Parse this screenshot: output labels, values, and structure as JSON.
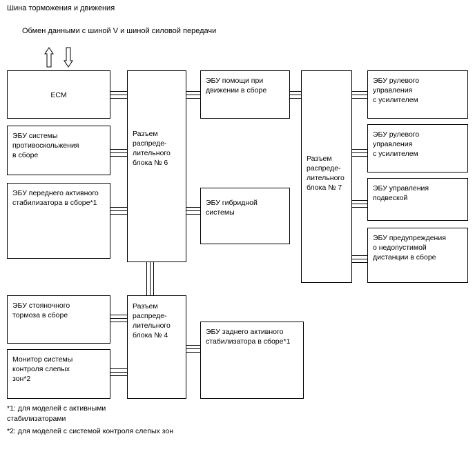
{
  "title": "Шина торможения и движения",
  "subtitle": "Обмен данными с шиной V и шиной силовой передачи",
  "boxes": {
    "ecm": "ECM",
    "abs": "ЭБУ системы\nпротивоскольжения\nв сборе",
    "front_stabilizer": "ЭБУ переднего активного\nстабилизатора в сборе*1",
    "junction6": "Разъем\nраспреде-\nлительного\nблока № 6",
    "junction7": "Разъем\nраспреде-\nлительного\nблока № 7",
    "junction4": "Разъем\nраспреде-\nлительного\nблока № 4",
    "drive_assist": "ЭБУ помощи при\nдвижении в сборе",
    "hybrid": "ЭБУ гибридной\nсистемы",
    "power_steering_1": "ЭБУ рулевого\nуправления\nс усилителем",
    "power_steering_2": "ЭБУ рулевого\nуправления\nс усилителем",
    "suspension": "ЭБУ управления\nподвеской",
    "distance_warning": "ЭБУ предупреждения\nо недопустимой\nдистанции в сборе",
    "parking_brake": "ЭБУ стояночного\nтормоза в сборе",
    "blind_spot_monitor": "Монитор системы\nконтроля слепых\nзон*2",
    "rear_stabilizer": "ЭБУ заднего активного\nстабилизатора в сборе*1"
  },
  "notes": {
    "note1": "*1: для моделей с активными\nстабилизаторами",
    "note2": "*2: для моделей с системой контроля слепых зон"
  },
  "icons": {
    "arrow_up": "arrow-up-icon",
    "arrow_down": "arrow-down-icon"
  }
}
